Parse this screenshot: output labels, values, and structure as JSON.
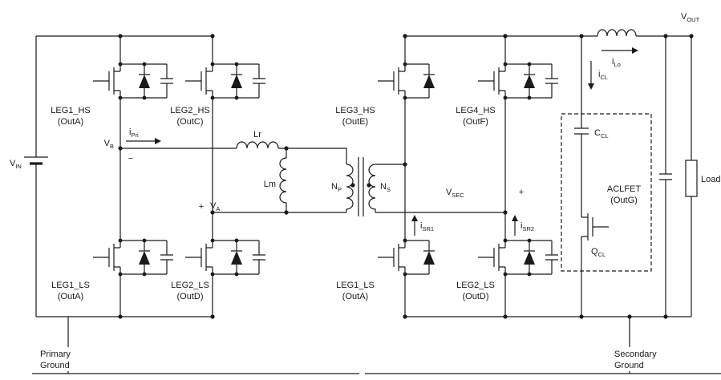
{
  "figure": {
    "background": "#ffffff",
    "ink": "#1a1a1a",
    "type": "power-converter-schematic"
  },
  "labels": {
    "vin": {
      "m": "V",
      "s": "IN"
    },
    "vout": {
      "m": "V",
      "s": "OUT"
    },
    "vb": {
      "m": "V",
      "s": "B"
    },
    "va": {
      "m": "V",
      "s": "A"
    },
    "vsec": {
      "m": "V",
      "s": "SEC"
    },
    "ipri": {
      "m": "i",
      "s": "Pri"
    },
    "isr1": {
      "m": "i",
      "s": "SR1"
    },
    "isr2": {
      "m": "i",
      "s": "SR2"
    },
    "ilo": {
      "m": "i",
      "s": "Lo"
    },
    "icl": {
      "m": "i",
      "s": "CL"
    },
    "ccl": {
      "m": "C",
      "s": "CL"
    },
    "qcl": {
      "m": "Q",
      "s": "CL"
    },
    "lr": "Lr",
    "lm": "Lm",
    "np": {
      "m": "N",
      "s": "P"
    },
    "ns": {
      "m": "N",
      "s": "S"
    },
    "load": "Load",
    "plus": "+",
    "minus": "−",
    "aclfet": {
      "line1": "ACLFET",
      "line2": "(OutG)"
    },
    "primary_ground": {
      "line1": "Primary",
      "line2": "Ground"
    },
    "secondary_ground": {
      "line1": "Secondary",
      "line2": "Ground"
    }
  },
  "legs": {
    "leg1_hs": {
      "line1": "LEG1_HS",
      "line2": "(OutA)"
    },
    "leg2_hs": {
      "line1": "LEG2_HS",
      "line2": "(OutC)"
    },
    "leg3_hs": {
      "line1": "LEG3_HS",
      "line2": "(OutE)"
    },
    "leg4_hs": {
      "line1": "LEG4_HS",
      "line2": "(OutF)"
    },
    "leg1_ls_pri": {
      "line1": "LEG1_LS",
      "line2": "(OutA)"
    },
    "leg2_ls_pri": {
      "line1": "LEG2_LS",
      "line2": "(OutD)"
    },
    "leg1_ls_sec": {
      "line1": "LEG1_LS",
      "line2": "(OutA)"
    },
    "leg2_ls_sec": {
      "line1": "LEG2_LS",
      "line2": "(OutD)"
    }
  }
}
